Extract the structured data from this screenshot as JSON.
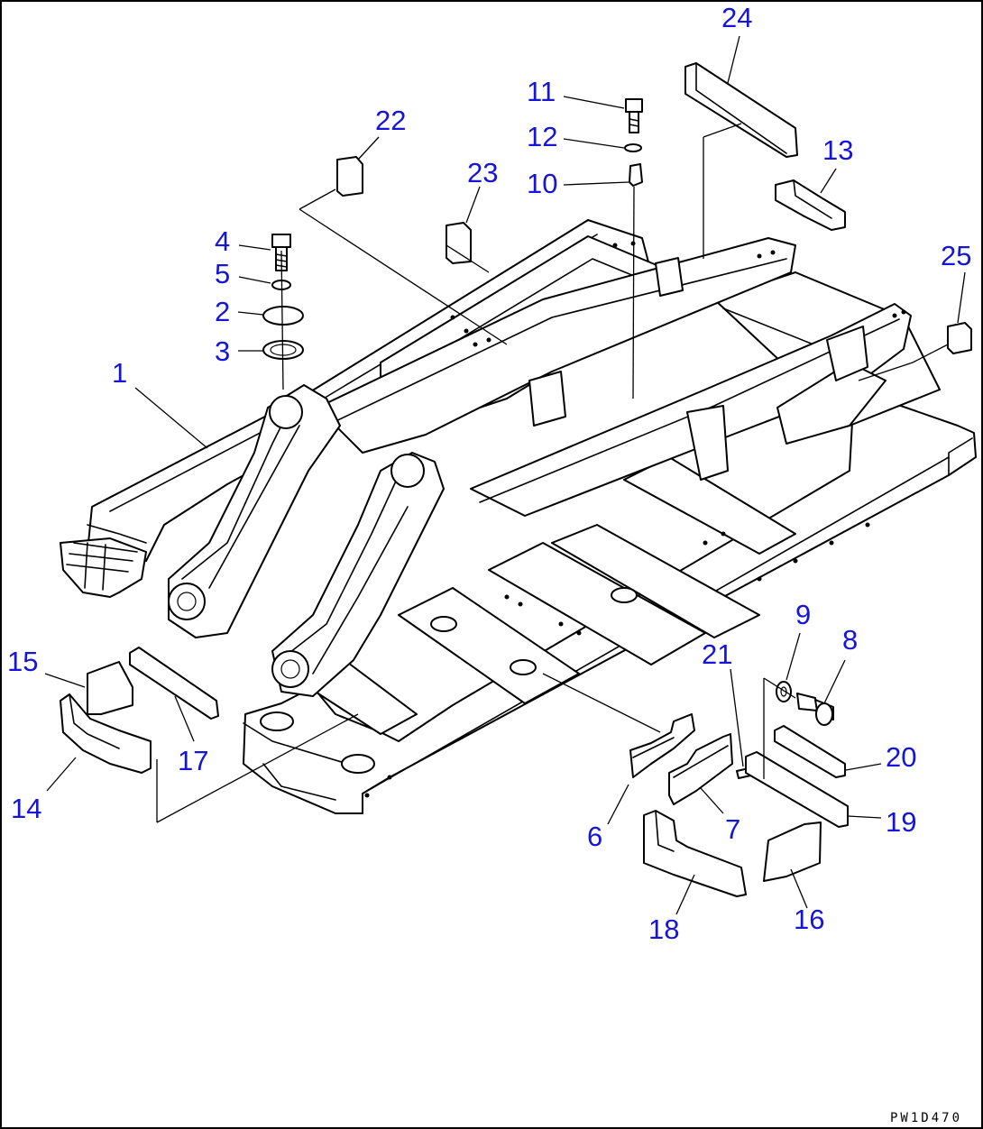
{
  "drawing_code": "PW1D470",
  "callouts": {
    "c1": "1",
    "c2": "2",
    "c3": "3",
    "c4": "4",
    "c5": "5",
    "c6": "6",
    "c7": "7",
    "c8": "8",
    "c9": "9",
    "c10": "10",
    "c11": "11",
    "c12": "12",
    "c13": "13",
    "c14": "14",
    "c15": "15",
    "c16": "16",
    "c17": "17",
    "c18": "18",
    "c19": "19",
    "c20": "20",
    "c21": "21",
    "c22": "22",
    "c23": "23",
    "c24": "24",
    "c25": "25"
  },
  "colors": {
    "callout": "#1515d8",
    "line": "#000000",
    "background": "#ffffff"
  }
}
